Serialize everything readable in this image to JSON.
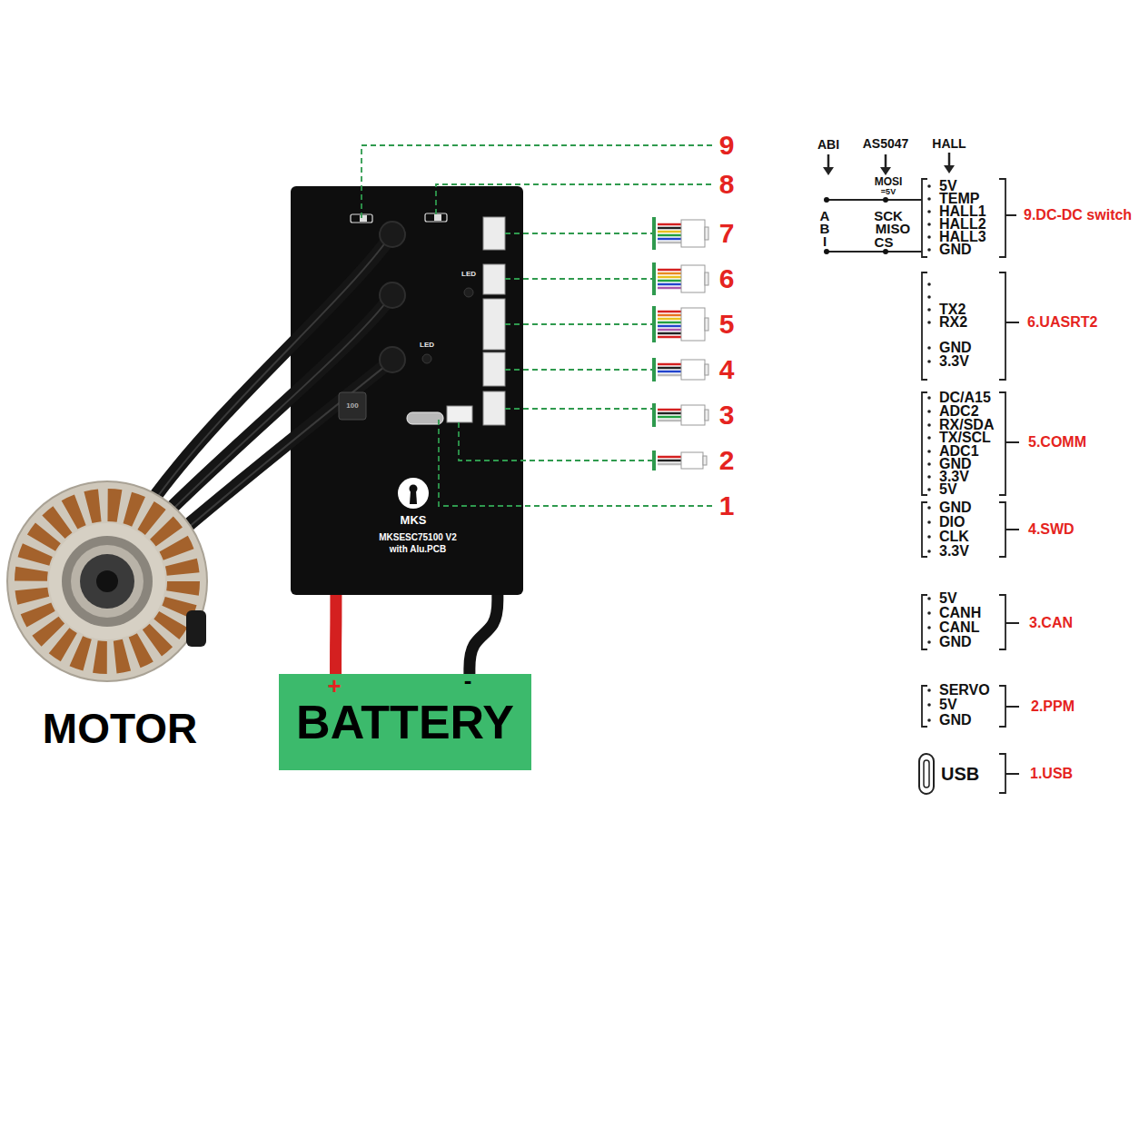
{
  "diagram": {
    "nodes": [
      {
        "text": [
          "LED",
          "LED",
          "MKS",
          "MKSESC75100 V2 with Alu.PCB"
        ]
      },
      {
        "text": [
          "BATTERY"
        ]
      }
    ],
    "edges": [
      {
        "from": 0,
        "to": 1,
        "arrow": "none"
      },
      {
        "from": 0,
        "to": 1,
        "arrow": "none"
      }
    ],
    "labels": [
      "9",
      "8",
      "7",
      "6",
      "5",
      "4",
      "3",
      "2",
      "1",
      "100",
      "MOTOR",
      "+",
      "-",
      "ABI",
      "AS5047",
      "HALL",
      "A",
      "B",
      "I",
      "MOSI",
      "=5V",
      "SCK",
      "MISO",
      "CS",
      "5V",
      "TEMP",
      "HALL1",
      "HALL2",
      "HALL3",
      "GND",
      "9.DC-DC switch",
      "TX2",
      "RX2",
      "GND",
      "3.3V",
      "6.UASRT2",
      "DC/A15",
      "ADC2",
      "RX/SDA",
      "TX/SCL",
      "ADC1",
      "GND",
      "3.3V",
      "5V",
      "5.COMM",
      "GND",
      "DIO",
      "CLK",
      "3.3V",
      "4.SWD",
      "5V",
      "CANH",
      "CANL",
      "GND",
      "3.CAN",
      "SERVO",
      "5V",
      "GND",
      "2.PPM",
      "USB",
      "1.USB"
    ]
  }
}
